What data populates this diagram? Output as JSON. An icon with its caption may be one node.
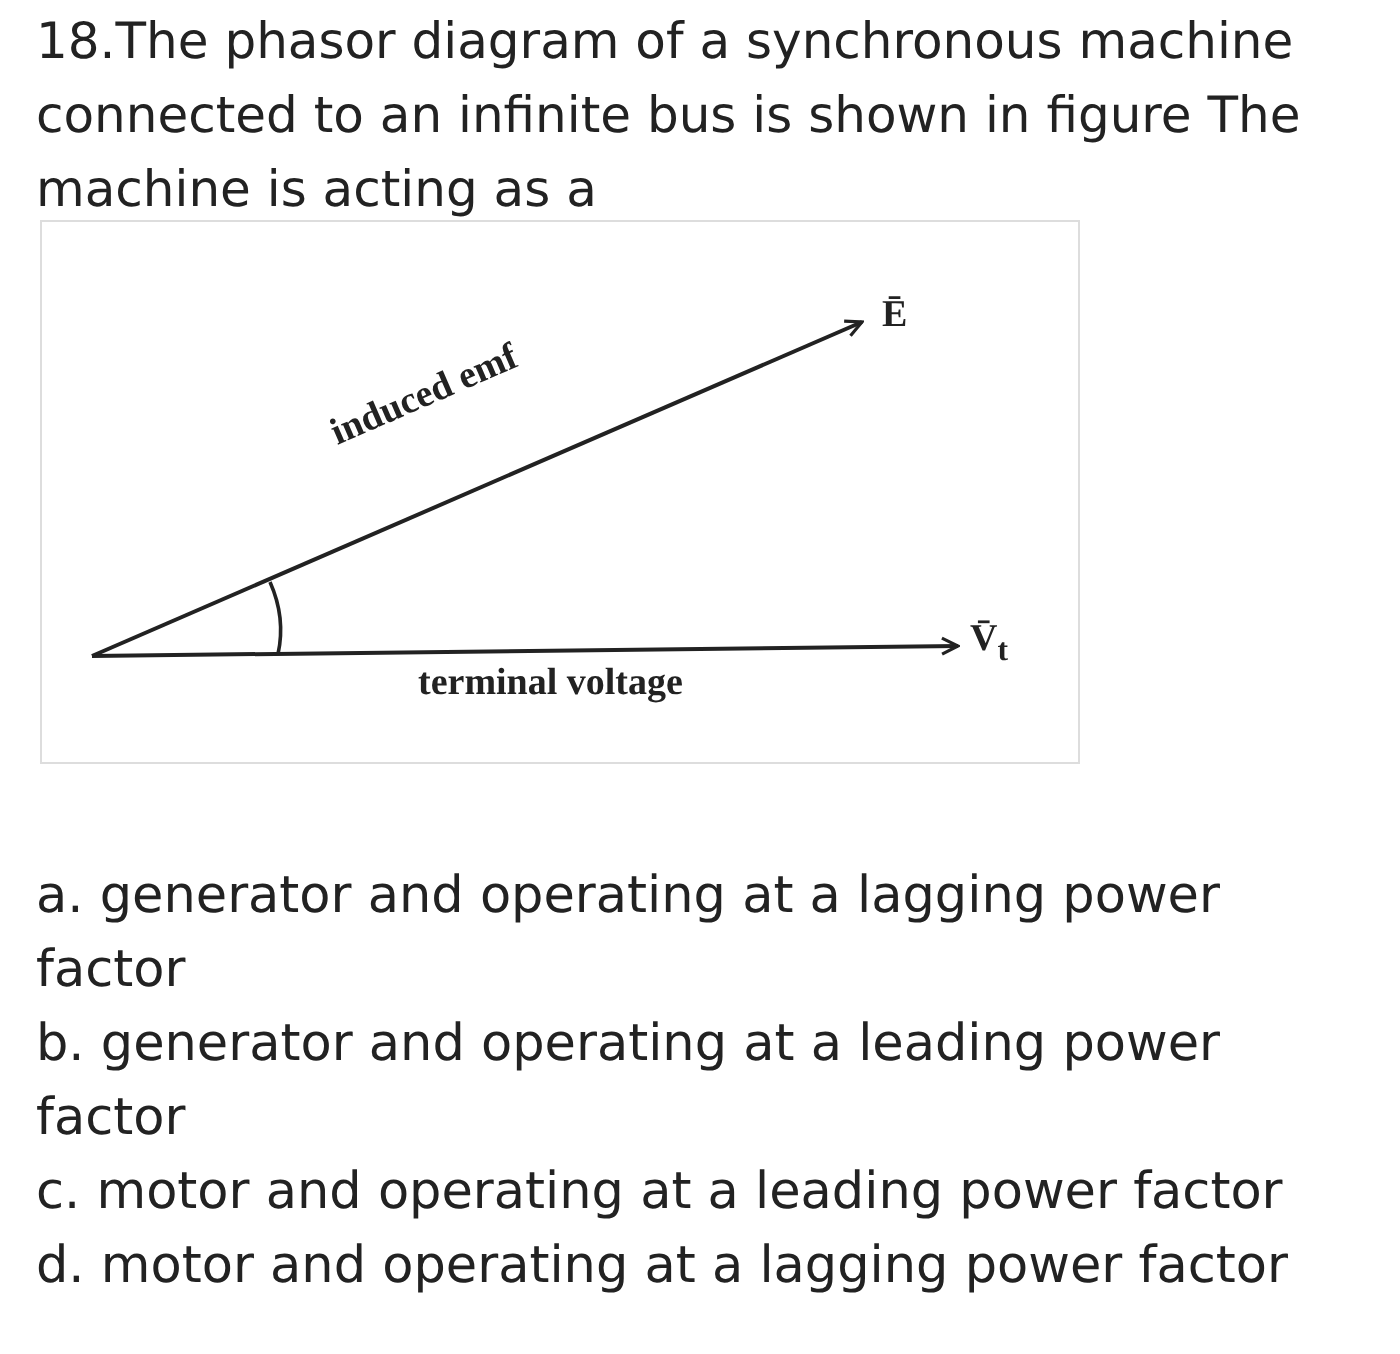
{
  "diagram": {
    "title": "18.The phasor diagram of a synchronous machine connected to an infinite bus is shown in figure The machine is acting as a",
    "labels": [
      "induced emf",
      "terminal voltage",
      "Ē",
      "V̄$_{t}$",
      "a. generator and operating at a lagging power factor",
      "b. generator and operating at a leading power factor",
      "c. motor and operating at a leading power factor",
      "d. motor and operating at a lagging power factor"
    ]
  }
}
